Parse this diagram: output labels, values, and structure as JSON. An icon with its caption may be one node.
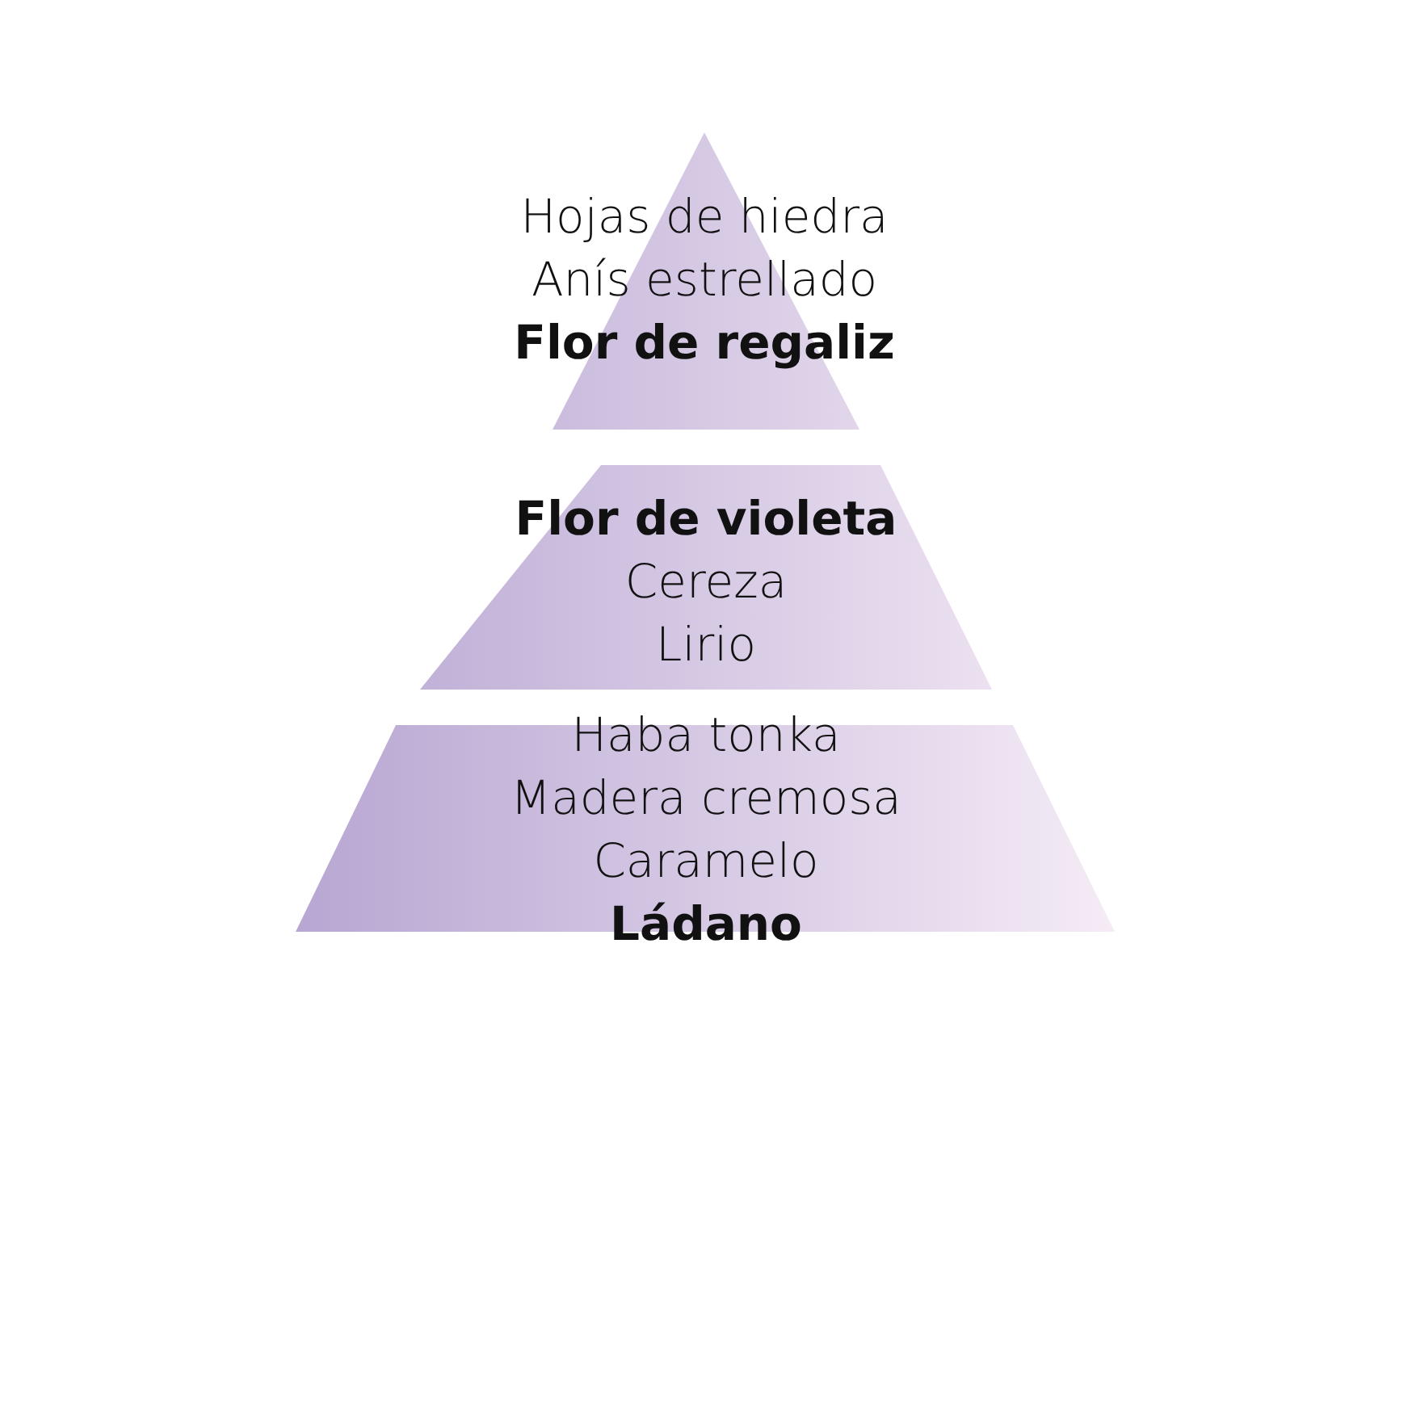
{
  "diagram": {
    "nodes": [
      {
        "text": [
          "Hojas de hiedra",
          "Anís estrellado",
          "**Flor de regaliz**"
        ]
      },
      {
        "text": [
          "**Flor de violeta**",
          "Cereza",
          "Lirio"
        ]
      },
      {
        "text": [
          "Haba tonka",
          "Madera cremosa",
          "Caramelo",
          "**Ládano**"
        ]
      }
    ]
  }
}
